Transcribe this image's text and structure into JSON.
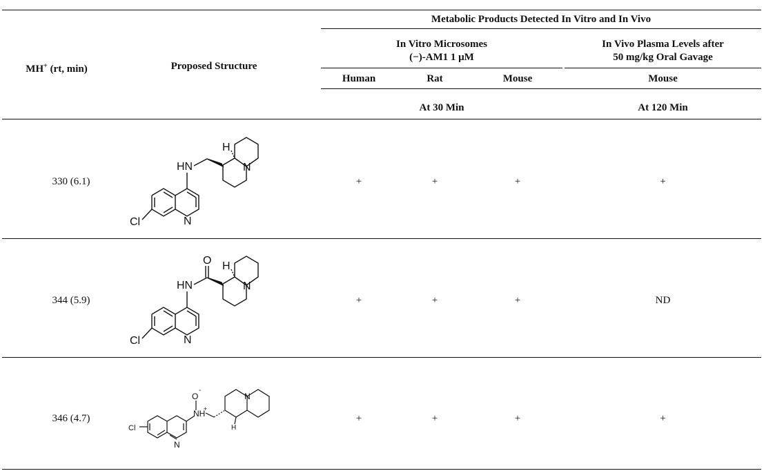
{
  "header": {
    "col_mh": "MH",
    "col_mh_sup": "+",
    "col_mh_rest": " (rt, min)",
    "col_structure": "Proposed Structure",
    "group_title": "Metabolic Products Detected In Vitro and In Vivo",
    "invitro_line1": "In Vitro Microsomes",
    "invitro_line2": "(−)-AM1 1 μM",
    "invivo_line1": "In Vivo Plasma Levels after",
    "invivo_line2": "50 mg/kg Oral Gavage",
    "species_human": "Human",
    "species_rat": "Rat",
    "species_mouse": "Mouse",
    "species_mouse_invivo": "Mouse",
    "time_invitro": "At 30 Min",
    "time_invivo": "At 120 Min"
  },
  "rows": [
    {
      "mh": "330 (6.1)",
      "human": "+",
      "rat": "+",
      "mouse": "+",
      "invivo": "+"
    },
    {
      "mh": "344 (5.9)",
      "human": "+",
      "rat": "+",
      "mouse": "+",
      "invivo": "ND"
    },
    {
      "mh": "346 (4.7)",
      "human": "+",
      "rat": "+",
      "mouse": "+",
      "invivo": "+"
    }
  ],
  "atoms": {
    "cl": "Cl",
    "hn": "HN",
    "n": "N",
    "h": "H",
    "o": "O",
    "nh_plus": "NH",
    "plus": "+",
    "o_minus": "O",
    "minus": "-"
  }
}
